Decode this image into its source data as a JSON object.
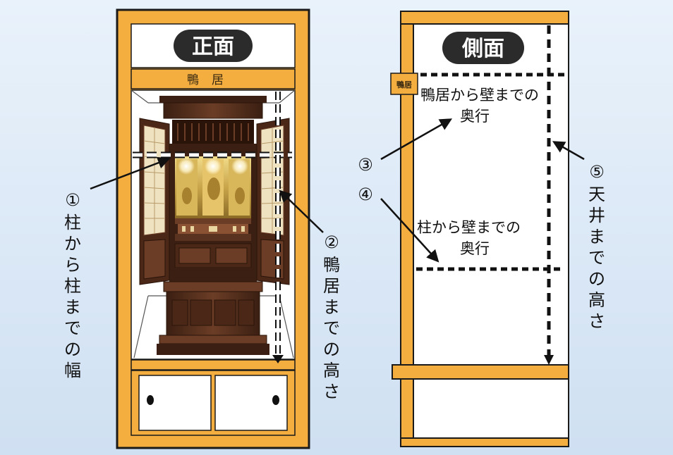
{
  "front": {
    "title": "正面",
    "kamoi": "鴨居",
    "label1_num": "①",
    "label1": [
      "柱",
      "か",
      "ら",
      "柱",
      "ま",
      "で",
      "の",
      "幅"
    ],
    "label2_num": "②",
    "label2": [
      "鴨",
      "居",
      "ま",
      "で",
      "の",
      "高",
      "さ"
    ]
  },
  "side": {
    "title": "側面",
    "kamoi_badge": "鴨居",
    "label3_num": "③",
    "label3_line1": "鴨居から壁までの",
    "label3_line2": "奥行",
    "label4_num": "④",
    "label4_line1": "柱から壁までの",
    "label4_line2": "奥行",
    "label5_num": "⑤",
    "label5": [
      "天",
      "井",
      "ま",
      "で",
      "の",
      "高",
      "さ"
    ]
  },
  "colors": {
    "frame": "#f3ae3f",
    "frame_border": "#1a1a1a",
    "pill": "#2b2b2b",
    "cabinet": "#5a3220",
    "gold": "#c9a54a"
  }
}
